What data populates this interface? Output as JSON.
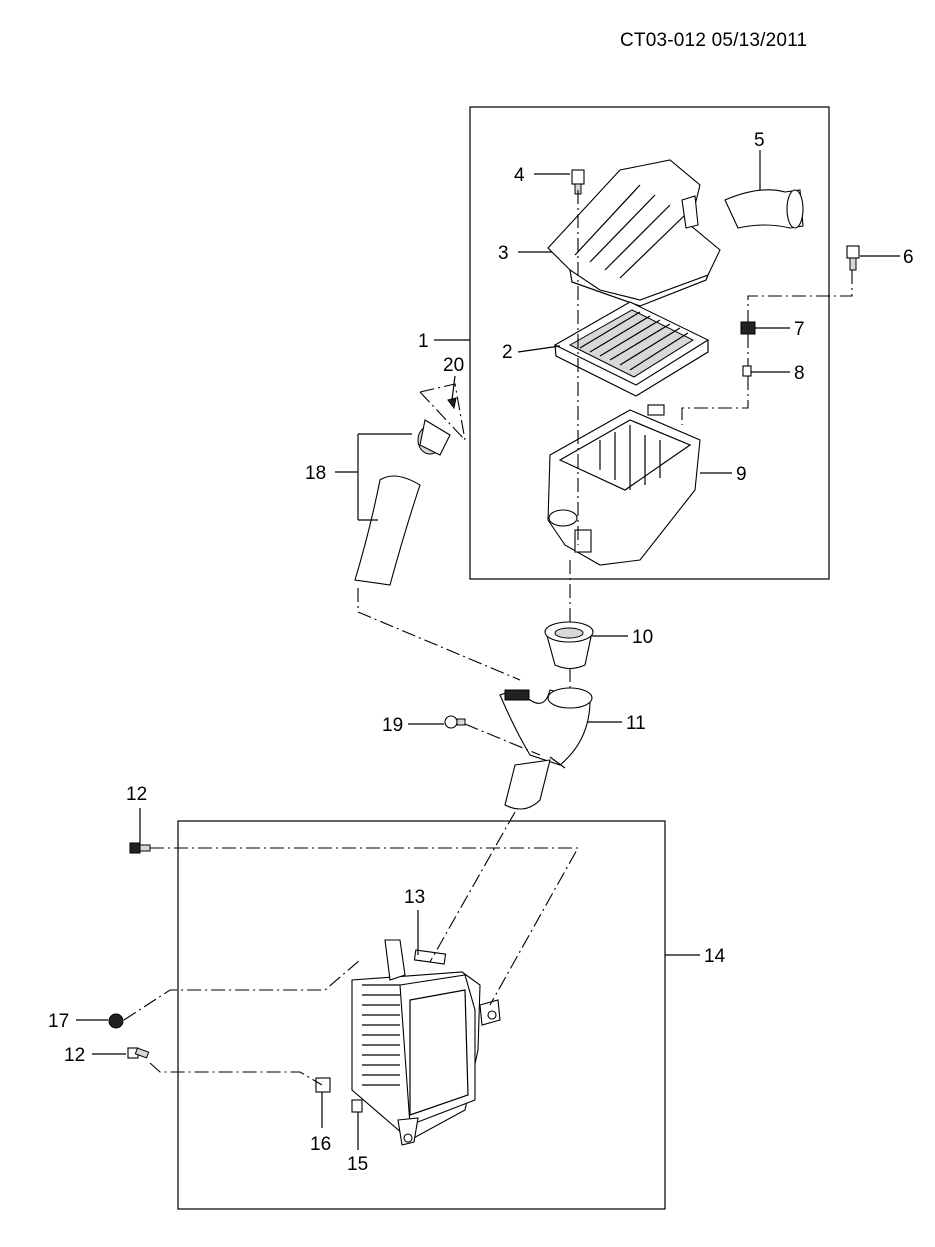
{
  "diagram": {
    "code": "CT03-012 05/13/2011",
    "callouts": [
      "1",
      "2",
      "3",
      "4",
      "5",
      "6",
      "7",
      "8",
      "9",
      "10",
      "11",
      "12",
      "13",
      "14",
      "12",
      "15",
      "16",
      "17",
      "18",
      "19",
      "20"
    ]
  }
}
